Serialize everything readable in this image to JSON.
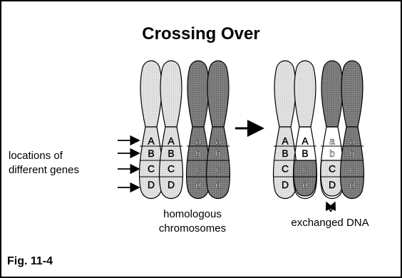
{
  "title": "Crossing Over",
  "gene_labels_light": [
    "A",
    "B",
    "C",
    "D"
  ],
  "gene_labels_dark": [
    "a",
    "b",
    "c",
    "d"
  ],
  "annotations": {
    "gene_locations_line1": "locations of",
    "gene_locations_line2": "different genes",
    "homologous_line1": "homologous",
    "homologous_line2": "chromosomes",
    "exchanged": "exchanged DNA"
  },
  "figure_label": "Fig. 11-4",
  "colors": {
    "light_chromosome": "#d9d9d9",
    "dark_chromosome": "#7a7a7a",
    "outline": "#000000",
    "border": "#000000"
  }
}
